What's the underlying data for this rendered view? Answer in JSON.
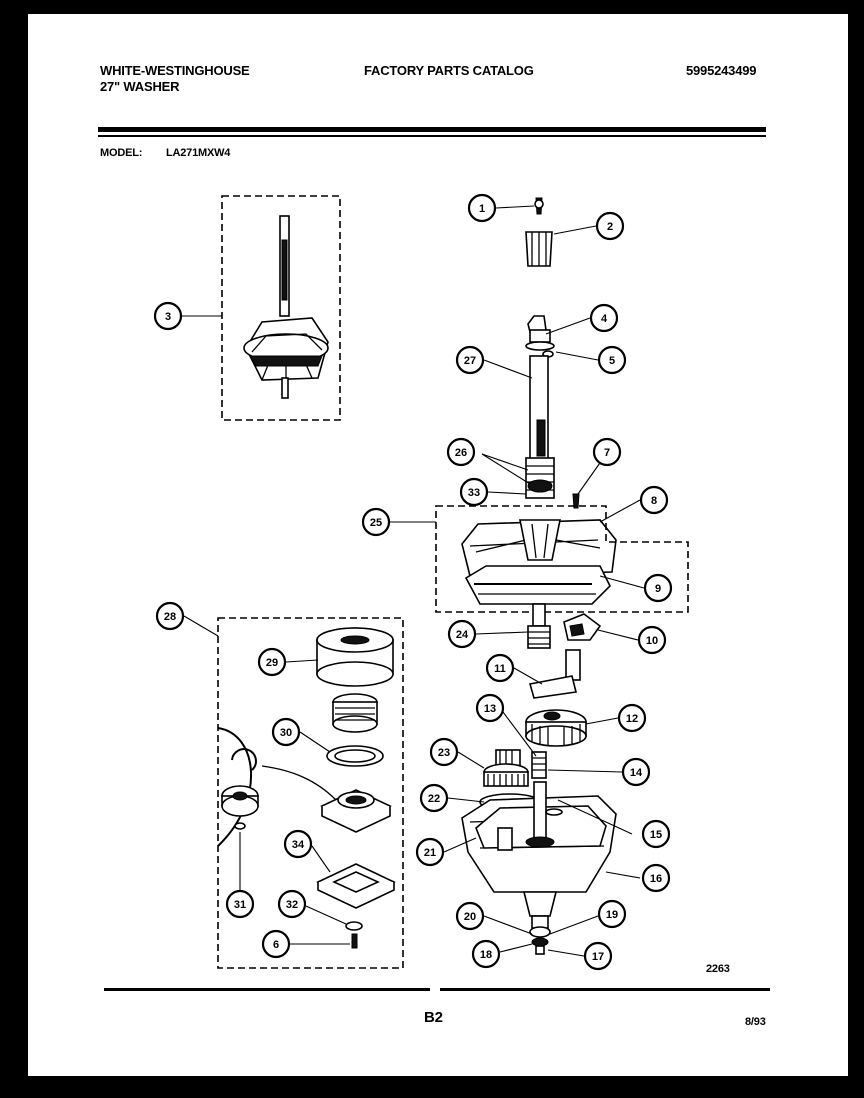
{
  "header": {
    "brand": "WHITE-WESTINGHOUSE",
    "product": "27\" WASHER",
    "catalog_title": "FACTORY PARTS CATALOG",
    "catalog_number": "5995243499",
    "model_label": "MODEL:",
    "model_value": "LA271MXW4"
  },
  "callouts": [
    "1",
    "2",
    "3",
    "4",
    "5",
    "27",
    "26",
    "7",
    "33",
    "8",
    "25",
    "9",
    "28",
    "24",
    "10",
    "29",
    "11",
    "12",
    "13",
    "30",
    "23",
    "14",
    "22",
    "15",
    "21",
    "16",
    "34",
    "31",
    "32",
    "6",
    "20",
    "19",
    "18",
    "17"
  ],
  "footer": {
    "drawing_number": "2263",
    "page": "B2",
    "date": "8/93"
  }
}
